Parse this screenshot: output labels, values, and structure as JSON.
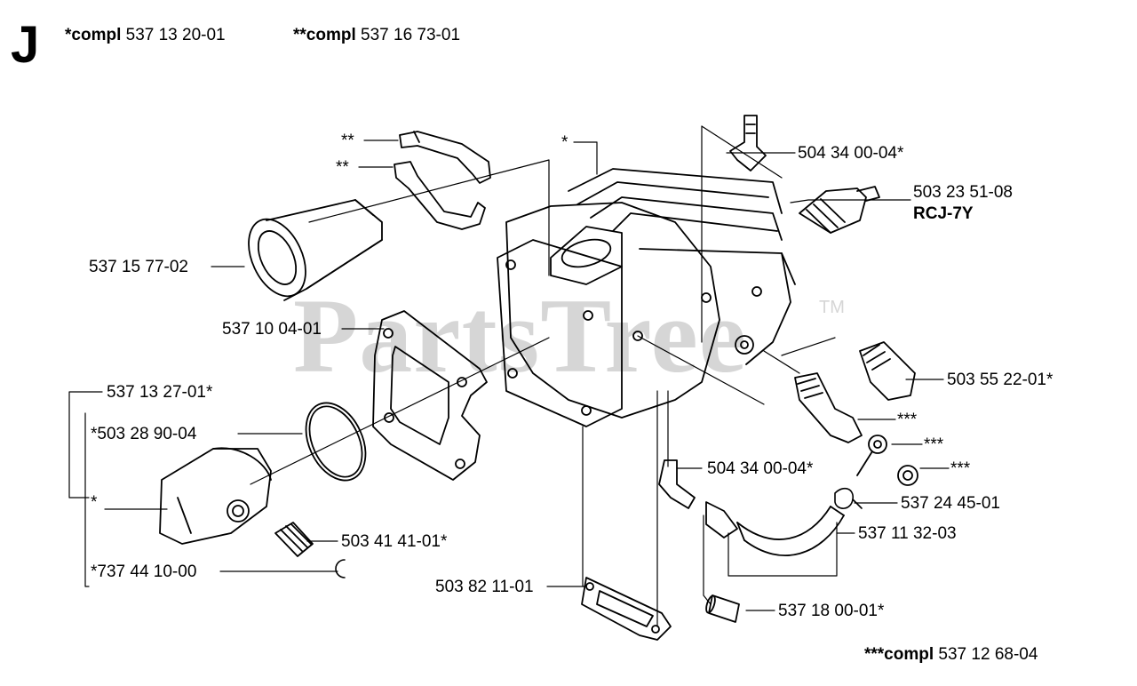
{
  "section": {
    "letter": "J"
  },
  "header": {
    "kit1": {
      "prefix": "*compl",
      "number": "537 13 20-01"
    },
    "kit2": {
      "prefix": "**compl",
      "number": "537 16 73-01"
    }
  },
  "footer": {
    "kit3": {
      "prefix": "***compl",
      "number": "537 12 68-04"
    }
  },
  "watermark": {
    "text": "PartsTree",
    "tm": "TM"
  },
  "labels": {
    "strap1": "**",
    "strap2": "**",
    "cylinder_star": "*",
    "elbow_top": "504 34 00-04*",
    "spark_plug": "503 23 51-08",
    "spark_plug_type": "RCJ-7Y",
    "intake": "537 15 77-02",
    "gasket": "537 10 04-01",
    "decomp_valve": "503 55 22-01*",
    "valve_a": "***",
    "valve_b": "***",
    "valve_c": "***",
    "piston_kit": "537 13 27-01*",
    "ring": "*503 28 90-04",
    "piston": "*",
    "elbow_bottom": "504 34 00-04*",
    "clamp": "537 24 45-01",
    "hose": "537 11 32-03",
    "bearing": "503 41 41-01*",
    "pin_clip": "*737 44 10-00",
    "base_gasket": "503 82 11-01",
    "filter": "537 18 00-01*"
  }
}
